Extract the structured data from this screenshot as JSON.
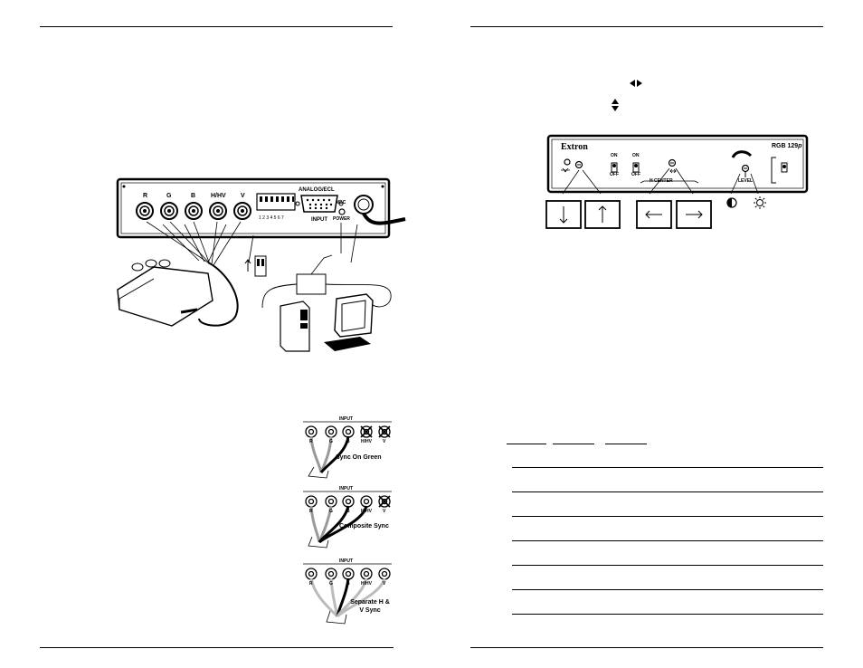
{
  "left_page": {
    "rear_panel": {
      "bnc_labels": [
        "R",
        "G",
        "B",
        "H/HV",
        "V"
      ],
      "connector_label": "ANALOG/ECL",
      "input_label": "INPUT",
      "dip_numbers": "1 2 3 4 5 6 7",
      "mbc_label": "MBC",
      "power_label": "POWER"
    },
    "sync_diagrams": {
      "input_label": "INPUT",
      "bnc_labels": [
        "R",
        "G",
        "B",
        "H/HV",
        "V"
      ],
      "captions": [
        "Sync On Green",
        "Composite Sync",
        "Separate H & V Sync"
      ]
    }
  },
  "right_page": {
    "front_panel": {
      "brand": "Extron",
      "model": "RGB 129",
      "model_suffix": "p",
      "on_label": "ON",
      "off_label": "OFF",
      "h_center_label": "H CENTER",
      "level_label": "LEVEL"
    },
    "table": {
      "header_cells": [
        "",
        "",
        ""
      ],
      "row_count": 6
    }
  }
}
